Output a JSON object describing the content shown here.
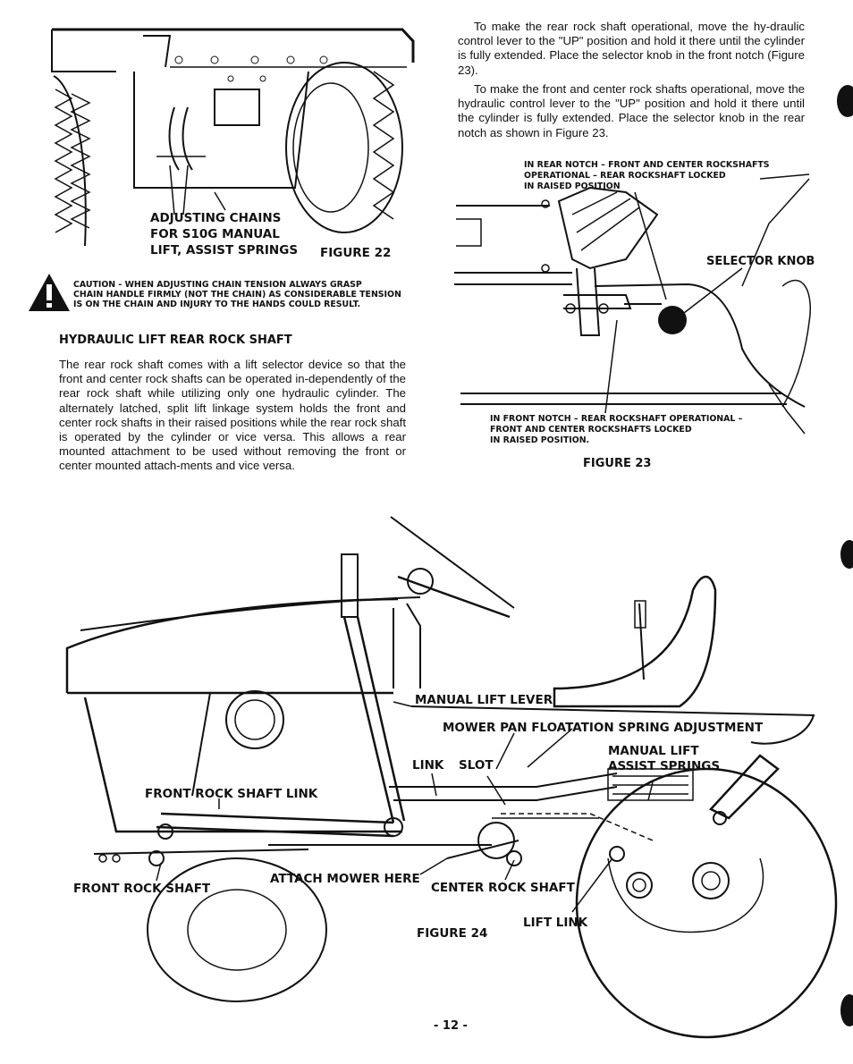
{
  "figure22": {
    "callout": [
      "ADJUSTING CHAINS",
      "FOR S10G MANUAL",
      "LIFT, ASSIST SPRINGS"
    ],
    "caption": "FIGURE 22"
  },
  "caution": {
    "lines": [
      "CAUTION - WHEN ADJUSTING CHAIN TENSION ALWAYS GRASP",
      "CHAIN HANDLE FIRMLY (NOT THE CHAIN) AS CONSIDERABLE TENSION",
      "IS ON THE CHAIN AND INJURY TO THE HANDS COULD RESULT."
    ]
  },
  "section": {
    "heading": "HYDRAULIC LIFT REAR ROCK SHAFT",
    "paragraph": "The rear rock shaft comes with a lift selector device so that the front and center rock shafts can be operated in-dependently of the rear rock shaft while utilizing only one hydraulic cylinder. The alternately latched, split lift linkage system holds the front and center rock shafts in their raised positions while the rear rock shaft is operated by the cylinder or vice versa. This allows a rear mounted attachment to be used without removing the front or center mounted attach-ments and vice versa."
  },
  "right_column": {
    "para1": "To make the rear rock shaft operational, move the hy-draulic control lever to the \"UP\" position and hold it there until the cylinder is fully extended. Place the selector knob in the front notch (Figure 23).",
    "para2": "To make the front and center rock shafts operational, move the hydraulic control lever to the \"UP\" position and hold it there until the cylinder is fully extended. Place the selector knob in the rear notch as shown in Figure 23."
  },
  "figure23": {
    "top_callout": [
      "IN REAR NOTCH – FRONT AND CENTER ROCKSHAFTS",
      "OPERATIONAL – REAR ROCKSHAFT LOCKED",
      "IN RAISED POSITION"
    ],
    "selector_label": "SELECTOR KNOB",
    "bottom_callout": [
      "IN FRONT NOTCH – REAR ROCKSHAFT OPERATIONAL –",
      "FRONT AND CENTER ROCKSHAFTS LOCKED",
      "IN RAISED POSITION."
    ],
    "caption": "FIGURE 23"
  },
  "figure24": {
    "manual_lift_lever": "MANUAL LIFT LEVER",
    "mower_pan": "MOWER PAN FLOATATION SPRING ADJUSTMENT",
    "manual_lift_assist": [
      "MANUAL LIFT",
      "ASSIST SPRINGS"
    ],
    "link": "LINK",
    "slot": "SLOT",
    "front_rock_shaft_link": "FRONT ROCK SHAFT LINK",
    "front_rock_shaft": "FRONT ROCK SHAFT",
    "attach_mower_here": "ATTACH MOWER HERE",
    "center_rock_shaft": "CENTER ROCK SHAFT",
    "lift_link": "LIFT LINK",
    "caption": "FIGURE 24"
  },
  "page_number": "- 12 -"
}
